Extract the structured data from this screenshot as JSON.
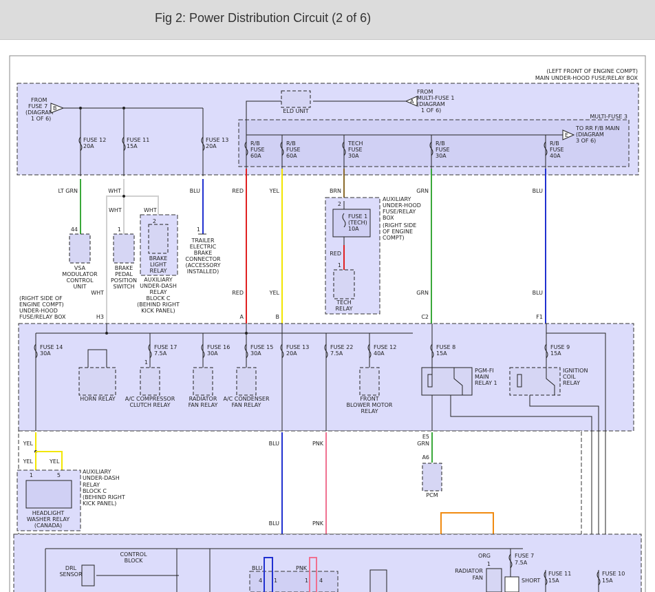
{
  "header": {
    "title": "Fig 2: Power Distribution Circuit (2 of 6)"
  },
  "colors": {
    "red": "#e02020",
    "yellow": "#f2e600",
    "green": "#3aa83a",
    "blue": "#2030d0",
    "brown": "#8a6a2a",
    "pink": "#f07090",
    "white": "#d8d8d8",
    "orange": "#f08a10"
  },
  "mainbox": {
    "label1": "(LEFT FRONT OF ENGINE COMPT)",
    "label2": "MAIN UNDER-HOOD FUSE/RELAY BOX"
  },
  "from7": {
    "l1": "FROM",
    "l2": "FUSE 7",
    "l3": "(DIAGRAM",
    "l4": "1 OF 6)",
    "conn": "B"
  },
  "from_mf1": {
    "l1": "FROM",
    "l2": "MULTI-FUSE 1",
    "l3": "(DIAGRAM",
    "l4": "1 OF 6)",
    "conn": "A"
  },
  "eld": "ELD UNIT",
  "multifuse3": "MULTI-FUSE 3",
  "to_rr": {
    "l1": "TO RR F/B MAIN",
    "l2": "(DIAGRAM",
    "l3": "3 OF 6)",
    "conn": "E"
  },
  "top_fuses": [
    {
      "l1": "FUSE 12",
      "l2": "20A"
    },
    {
      "l1": "FUSE 11",
      "l2": "15A"
    },
    {
      "l1": "FUSE 13",
      "l2": "20A"
    }
  ],
  "multi_fuses": [
    {
      "l1": "R/B",
      "l2": "FUSE",
      "l3": "60A"
    },
    {
      "l1": "R/B",
      "l2": "FUSE",
      "l3": "60A"
    },
    {
      "l1": "TECH",
      "l2": "FUSE",
      "l3": "30A"
    },
    {
      "l1": "R/B",
      "l2": "FUSE",
      "l3": "30A"
    },
    {
      "l1": "R/B",
      "l2": "FUSE",
      "l3": "40A"
    }
  ],
  "wires_top": {
    "lt_grn": "LT GRN",
    "wht": "WHT",
    "wht2": "WHT",
    "wht3": "WHT",
    "blu": "BLU",
    "red": "RED",
    "yel": "YEL",
    "brn": "BRN",
    "grn": "GRN",
    "blu2": "BLU"
  },
  "pins": {
    "p44": "44",
    "p1a": "1",
    "p2": "2",
    "p1b": "1",
    "p2t": "2",
    "p1t": "1",
    "p1r": "1"
  },
  "vsa": {
    "l1": "VSA",
    "l2": "MODULATOR",
    "l3": "CONTROL",
    "l4": "UNIT"
  },
  "brake_pedal": {
    "l1": "BRAKE",
    "l2": "PEDAL",
    "l3": "POSITION",
    "l4": "SWITCH"
  },
  "brake_light": {
    "l1": "BRAKE",
    "l2": "LIGHT",
    "l3": "RELAY"
  },
  "aux_c": {
    "l1": "AUXILIARY",
    "l2": "UNDER-DASH",
    "l3": "RELAY",
    "l4": "BLOCK C",
    "l5": "(BEHIND RIGHT",
    "l6": "KICK PANEL)"
  },
  "trailer": {
    "l1": "TRAILER",
    "l2": "ELECTRIC",
    "l3": "BRAKE",
    "l4": "CONNECTOR",
    "l5": "(ACCESSORY",
    "l6": "INSTALLED)"
  },
  "aux_hood": {
    "l1": "AUXILIARY",
    "l2": "UNDER-HOOD",
    "l3": "FUSE/RELAY",
    "l4": "BOX",
    "l5": "(RIGHT SIDE",
    "l6": "OF ENGINE",
    "l7": "COMPT)"
  },
  "fuse1tech": {
    "l1": "FUSE 1",
    "l2": "(TECH)",
    "l3": "10A"
  },
  "red_lbl": "RED",
  "tech_relay": {
    "l1": "TECH",
    "l2": "RELAY"
  },
  "mid_wires": {
    "wht": "WHT",
    "red": "RED",
    "yel": "YEL",
    "grn": "GRN",
    "blu": "BLU"
  },
  "rsbox": {
    "l1": "(RIGHT SIDE OF",
    "l2": "ENGINE COMPT)",
    "l3": "UNDER-HOOD",
    "l4": "FUSE/RELAY BOX"
  },
  "conns": {
    "h3": "H3",
    "a": "A",
    "b": "B",
    "c2": "C2",
    "f1": "F1"
  },
  "mid_fuses": [
    {
      "l1": "FUSE 14",
      "l2": "30A"
    },
    {
      "l1": "FUSE 17",
      "l2": "7.5A"
    },
    {
      "l1": "FUSE 16",
      "l2": "30A"
    },
    {
      "l1": "FUSE 15",
      "l2": "30A"
    },
    {
      "l1": "FUSE 13",
      "l2": "20A"
    },
    {
      "l1": "FUSE 22",
      "l2": "7.5A"
    },
    {
      "l1": "FUSE 12",
      "l2": "40A"
    },
    {
      "l1": "FUSE 8",
      "l2": "15A"
    },
    {
      "l1": "FUSE 9",
      "l2": "15A"
    }
  ],
  "horn": "HORN RELAY",
  "ac_clutch": {
    "l1": "A/C COMPRESSOR",
    "l2": "CLUTCH RELAY"
  },
  "rad_fan": {
    "l1": "RADIATOR",
    "l2": "FAN RELAY"
  },
  "ac_cond": {
    "l1": "A/C CONDENSER",
    "l2": "FAN RELAY"
  },
  "blower": {
    "l1": "FRONT",
    "l2": "BLOWER MOTOR",
    "l3": "RELAY"
  },
  "pgm": {
    "l1": "PGM-FI",
    "l2": "MAIN",
    "l3": "RELAY 1"
  },
  "ign": {
    "l1": "IGNITION",
    "l2": "COIL",
    "l3": "RELAY"
  },
  "low": {
    "yel": "YEL",
    "yel2": "YEL",
    "yel3": "YEL",
    "p1": "1",
    "p5": "5",
    "blu": "BLU",
    "pnk": "PNK",
    "e5": "E5",
    "grn": "GRN",
    "a6": "A6",
    "pcm": "PCM",
    "blu2": "BLU",
    "pnk2": "PNK"
  },
  "hw_relay": {
    "l1": "HEADLIGHT",
    "l2": "WASHER RELAY",
    "l3": "(CANADA)"
  },
  "aux_c2": {
    "l1": "AUXILIARY",
    "l2": "UNDER-DASH",
    "l3": "RELAY",
    "l4": "BLOCK C",
    "l5": "(BEHIND RIGHT",
    "l6": "KICK PANEL)"
  },
  "bottom": {
    "drl": "DRL",
    "sensor": "SENSOR",
    "ctrl": "CONTROL",
    "block": "BLOCK",
    "blu": "BLU",
    "pnk": "PNK",
    "p4": "4",
    "p1": "1",
    "p1b": "1",
    "p4b": "4",
    "org": "ORG",
    "rad1": "RADIATOR",
    "rad2": "FAN",
    "p1c": "1",
    "short": "SHORT",
    "fuse7": "FUSE 7",
    "fuse7a": "7.5A",
    "fuse11": "FUSE 11",
    "fuse11a": "15A",
    "fuse10": "FUSE 10",
    "fuse10a": "15A"
  }
}
